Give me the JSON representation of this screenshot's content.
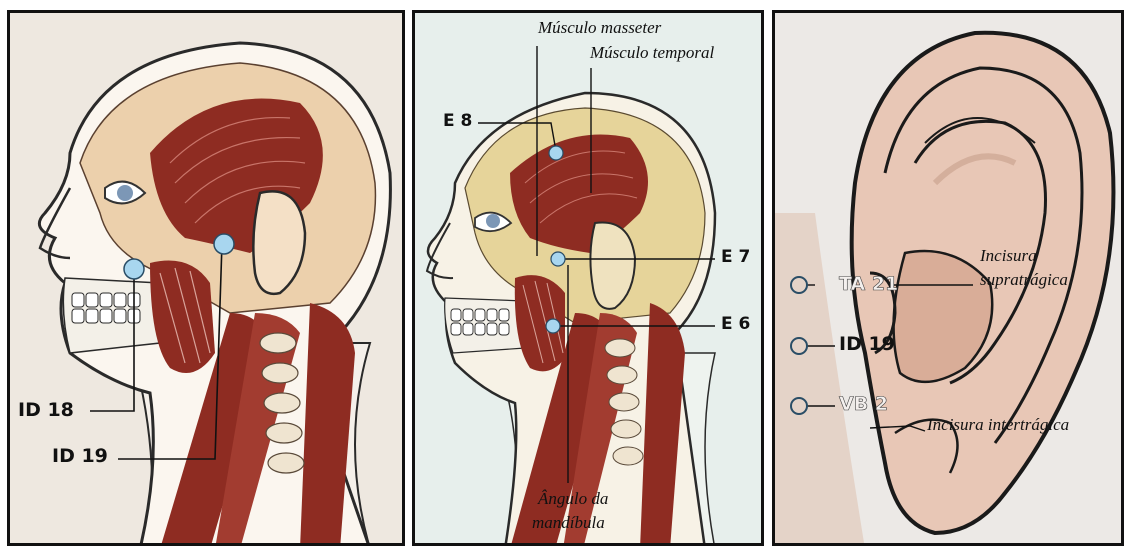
{
  "panel1": {
    "labels": {
      "id18": "ID 18",
      "id19": "ID 19"
    }
  },
  "panel2": {
    "labels": {
      "masseter": "Músculo masseter",
      "temporal": "Músculo temporal",
      "e8": "E 8",
      "e7": "E 7",
      "e6": "E 6",
      "angulo_line1": "Ângulo da",
      "angulo_line2": "mandíbula"
    }
  },
  "panel3": {
    "labels": {
      "ta21": "TA 21",
      "id19": "ID 19",
      "vb2": "VB 2",
      "incisura_supra_line1": "Incisura",
      "incisura_supra_line2": "supratrágica",
      "incisura_inter": "Incisura intertrágica"
    }
  },
  "colors": {
    "muscle": "#8e2c22",
    "skin": "#f1d6b4",
    "point": "#a8d6ef",
    "outline": "#2a2a2a"
  }
}
